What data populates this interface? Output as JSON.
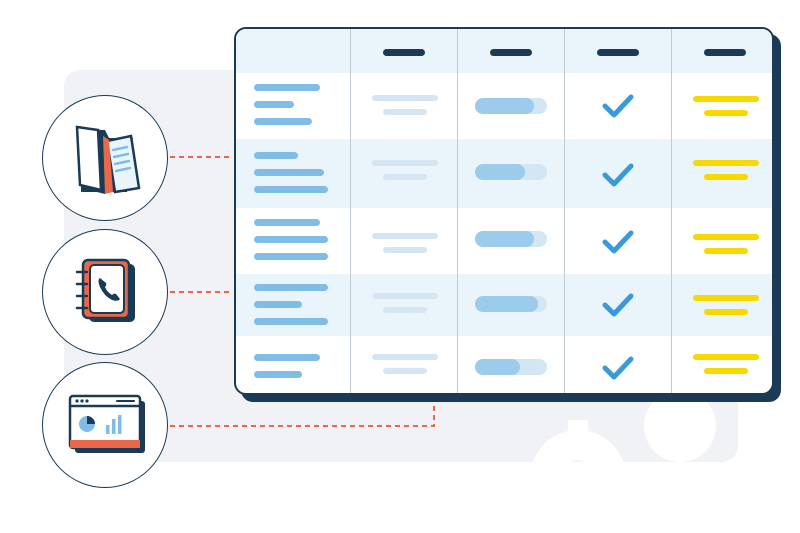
{
  "colors": {
    "navy": "#1b3a55",
    "row_stripe": "#eaf4fb",
    "bar_blue": "#7fbde6",
    "bar_light": "#d5e6f2",
    "pill_fill": "#9ccbeb",
    "check_blue": "#3a9ad9",
    "yellow": "#f7d900",
    "connector_orange": "#e8684a",
    "panel_gray": "#f1f2f5"
  },
  "icons": {
    "sources": [
      "folder-documents-icon",
      "address-book-phone-icon",
      "dashboard-browser-icon"
    ],
    "row_status": "checkmark-icon",
    "background": "gear-icon"
  },
  "table": {
    "columns": 5,
    "rows": 5,
    "checked_rows": [
      true,
      true,
      true,
      true,
      true
    ],
    "pill_fill_fraction": [
      0.82,
      0.7,
      0.82,
      0.88,
      0.62
    ]
  }
}
